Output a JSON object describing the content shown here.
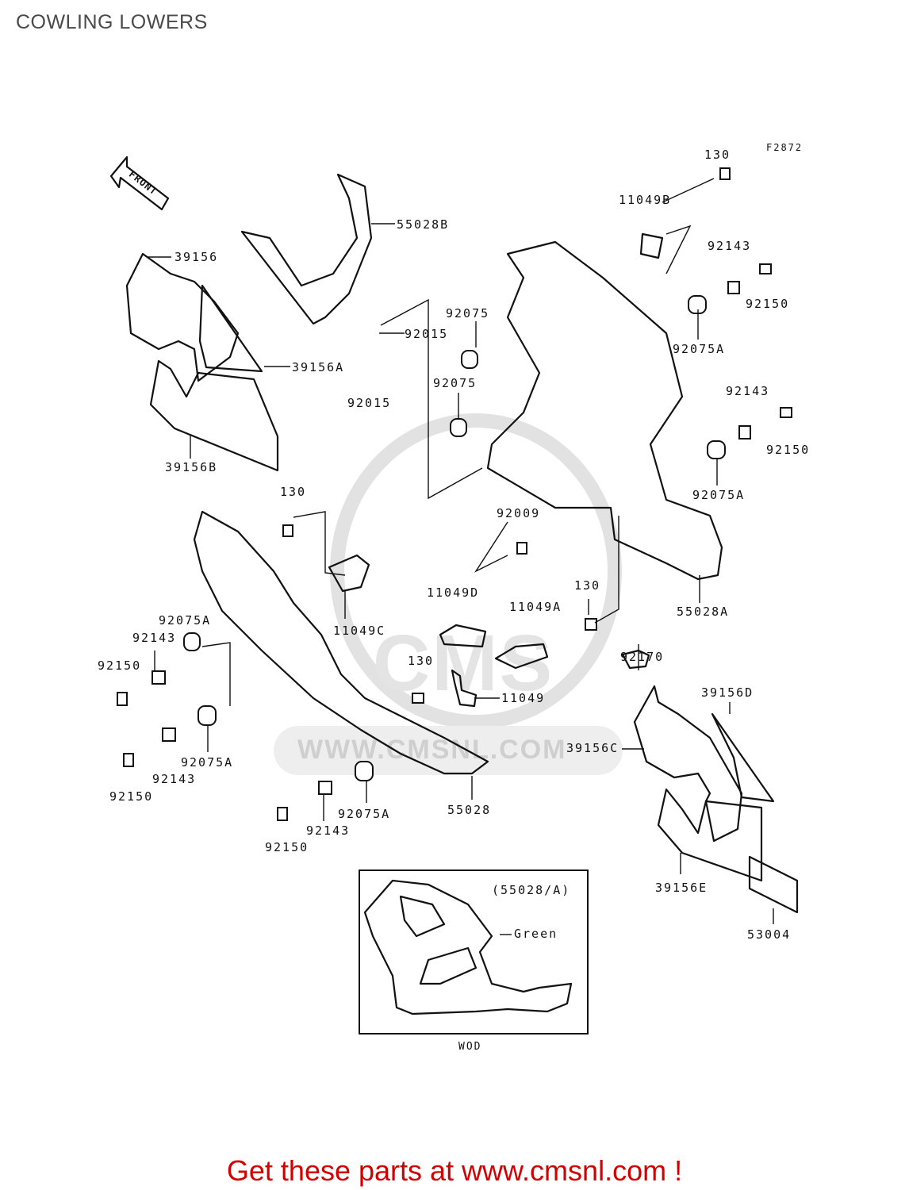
{
  "page": {
    "title": "COWLING LOWERS",
    "figure_code": "F2872",
    "front_label": "FRONT",
    "watermark": "WWW.CMSNL.COM",
    "watermark_logo": "CMS"
  },
  "inset": {
    "note": "(55028/A)",
    "color_label": "Green",
    "variant_label": "WOD"
  },
  "callouts": [
    "130",
    "11049B",
    "92143",
    "92150",
    "55028B",
    "39156",
    "92075",
    "92015",
    "92075A",
    "39156A",
    "92015",
    "92075",
    "92143",
    "92150",
    "39156B",
    "92075A",
    "130",
    "92009",
    "55028A",
    "11049D",
    "130",
    "11049A",
    "92075A",
    "92143",
    "11049C",
    "92150",
    "92170",
    "130",
    "11049",
    "39156D",
    "92075A",
    "39156C",
    "92150",
    "92143",
    "55028",
    "92075A",
    "92143",
    "92150",
    "39156E",
    "53004"
  ],
  "footer": {
    "text": "Get these parts at www.cmsnl.com !"
  }
}
